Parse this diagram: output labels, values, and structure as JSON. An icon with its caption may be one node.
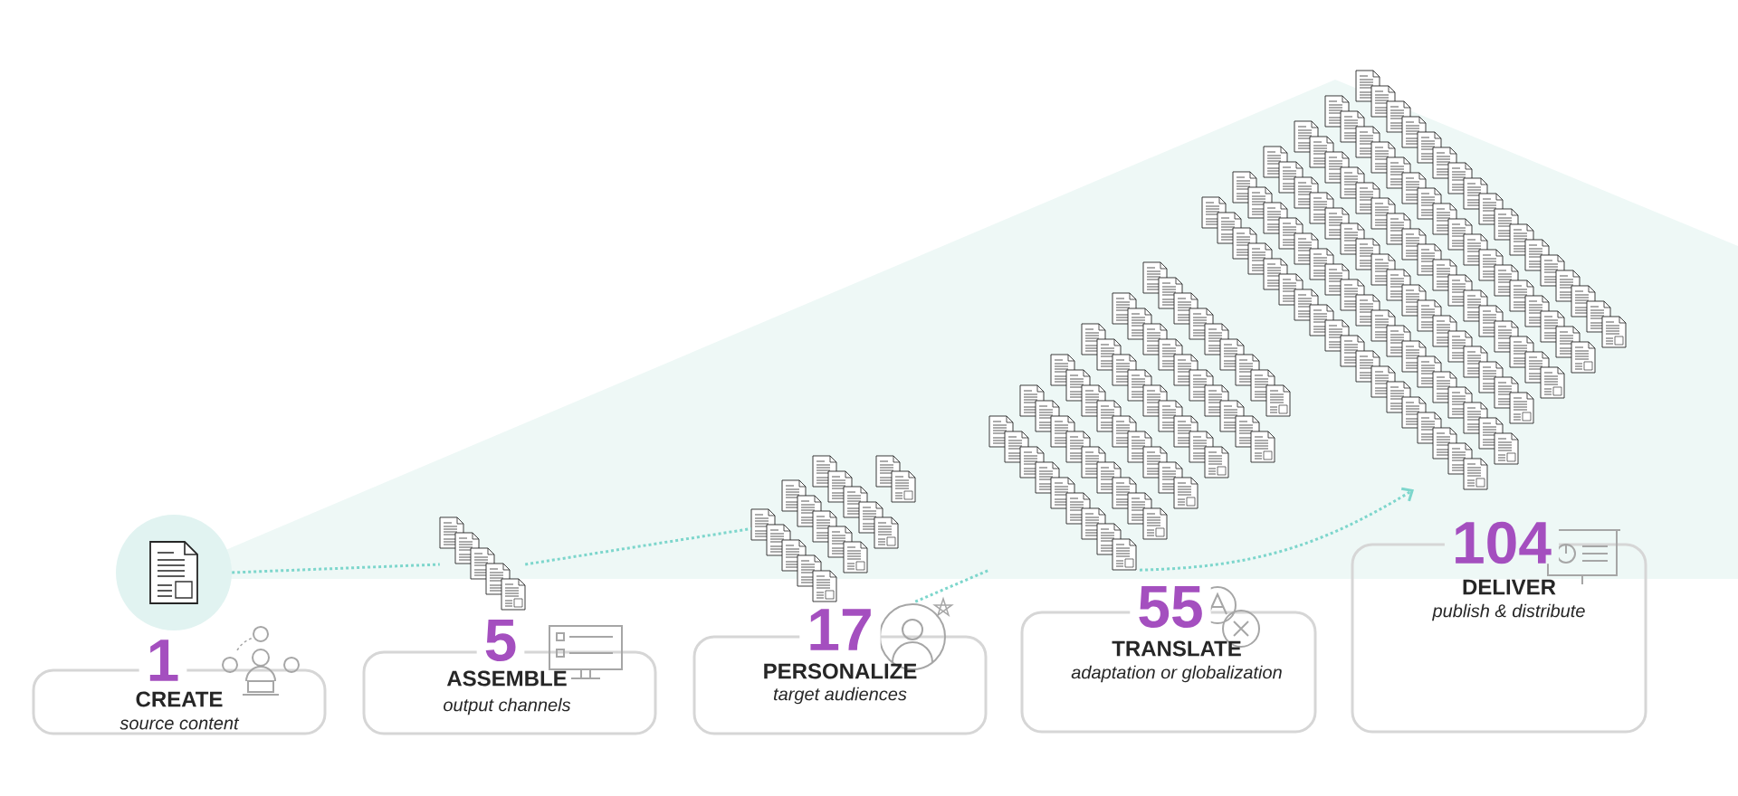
{
  "diagram": {
    "nodes": [
      {
        "text": [],
        "shape": "circle"
      },
      {
        "text": [],
        "shape": "picture"
      },
      {
        "text": [],
        "shape": "picture"
      },
      {
        "text": [],
        "shape": "picture"
      },
      {
        "text": [],
        "shape": "picture"
      },
      {
        "text": [
          "1",
          "CREATE",
          "source content"
        ]
      },
      {
        "text": [
          "5",
          "ASSEMBLE",
          "output channels"
        ]
      },
      {
        "text": [
          "17",
          "PERSONALIZE",
          "target audiences"
        ]
      },
      {
        "text": [
          "55",
          "TRANSLATE",
          "adaptation or globalization"
        ]
      },
      {
        "text": [
          "104",
          "DELIVER",
          "publish & distribute"
        ]
      }
    ],
    "edges": [
      {
        "from": 0,
        "to": 1,
        "arrow": "none",
        "style": "dashed"
      },
      {
        "from": 1,
        "to": 2,
        "arrow": "none",
        "style": "dashed"
      },
      {
        "from": 2,
        "to": 3,
        "arrow": "none",
        "style": "dashed"
      },
      {
        "from": 3,
        "to": 4,
        "arrow": "to",
        "style": "dashed"
      }
    ]
  }
}
